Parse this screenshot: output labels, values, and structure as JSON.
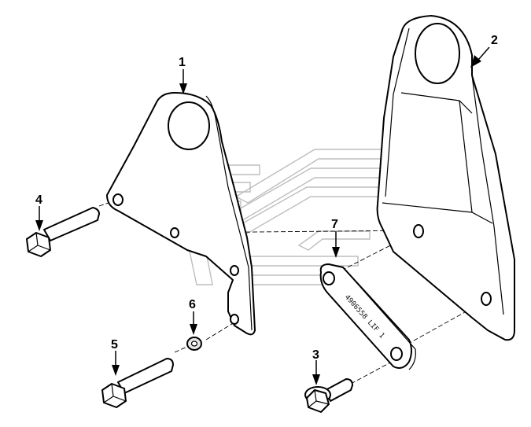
{
  "colors": {
    "ink": "#000000",
    "paper": "#ffffff",
    "watermark": "#bdbdbd",
    "washer_fill": "#e6e6e6"
  },
  "watermark": {
    "name": "logo-watermark-icon"
  },
  "callouts": [
    {
      "id": "part-1",
      "label": "1"
    },
    {
      "id": "part-2",
      "label": "2"
    },
    {
      "id": "part-3",
      "label": "3"
    },
    {
      "id": "part-4",
      "label": "4"
    },
    {
      "id": "part-5",
      "label": "5"
    },
    {
      "id": "part-6",
      "label": "6"
    },
    {
      "id": "part-7",
      "label": "7"
    }
  ],
  "parts": {
    "bracket_plate": {
      "icon": "mounting-bracket-plate-icon"
    },
    "lifting_bracket": {
      "icon": "lifting-eye-bracket-icon"
    },
    "flange_bolt": {
      "icon": "flange-head-bolt-icon"
    },
    "long_bolt_upper": {
      "icon": "hex-bolt-icon"
    },
    "long_bolt_lower": {
      "icon": "hex-bolt-icon"
    },
    "washer": {
      "icon": "flat-washer-icon"
    },
    "link_plate": {
      "icon": "link-plate-icon",
      "stamp": "4906558 LIF 1"
    }
  }
}
